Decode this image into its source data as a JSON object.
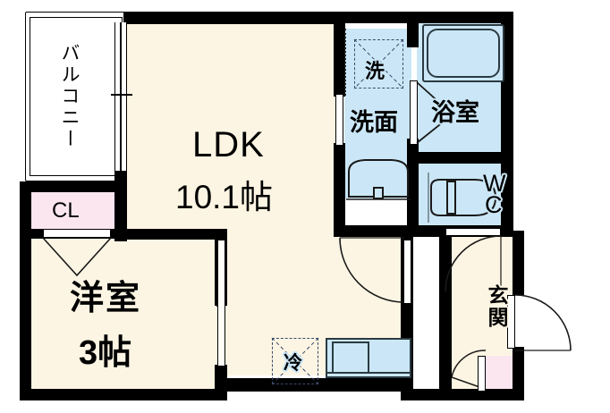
{
  "plan": {
    "title": "apartment-floor-plan",
    "unit_suffix": "帖",
    "colors": {
      "room_fill": "#fdf5e3",
      "wet_fill": "#cbe7f7",
      "closet_fill": "#fbe6ef",
      "wall": "#000000",
      "balcony_fill": "#ffffff",
      "fixture_stroke": "#2b3a42"
    }
  },
  "rooms": {
    "ldk": {
      "name": "LDK",
      "area": "10.1帖"
    },
    "bedroom": {
      "name": "洋室",
      "area": "3帖"
    },
    "closet": {
      "name": "CL"
    },
    "balcony": {
      "name": "バルコニー"
    },
    "washroom": {
      "name": "洗面"
    },
    "laundry": {
      "name": "洗"
    },
    "bathroom": {
      "name": "浴室"
    },
    "toilet": {
      "name_line1": "W",
      "name_line2": "C"
    },
    "entrance": {
      "name": "玄関"
    },
    "refrigerator": {
      "name": "冷"
    }
  },
  "fixtures": {
    "bathtub": "bathtub",
    "toilet_bowl": "toilet-bowl",
    "vanity_basin": "vanity-basin",
    "kitchen_counter": "kitchen-counter",
    "kitchen_sink": "kitchen-sink",
    "washer_space": "washer-space",
    "fridge_space": "fridge-space",
    "shoe_box": "shoe-box"
  },
  "doors": {
    "balcony_sliding": "balcony-sliding-door",
    "bedroom_sliding": "bedroom-sliding-door",
    "closet_door": "closet-door",
    "washroom_door": "washroom-door",
    "bathroom_door": "bathroom-door",
    "toilet_door": "toilet-door",
    "hall_door": "hall-door",
    "entry_door": "entry-door",
    "genkan_step": "genkan-step"
  }
}
